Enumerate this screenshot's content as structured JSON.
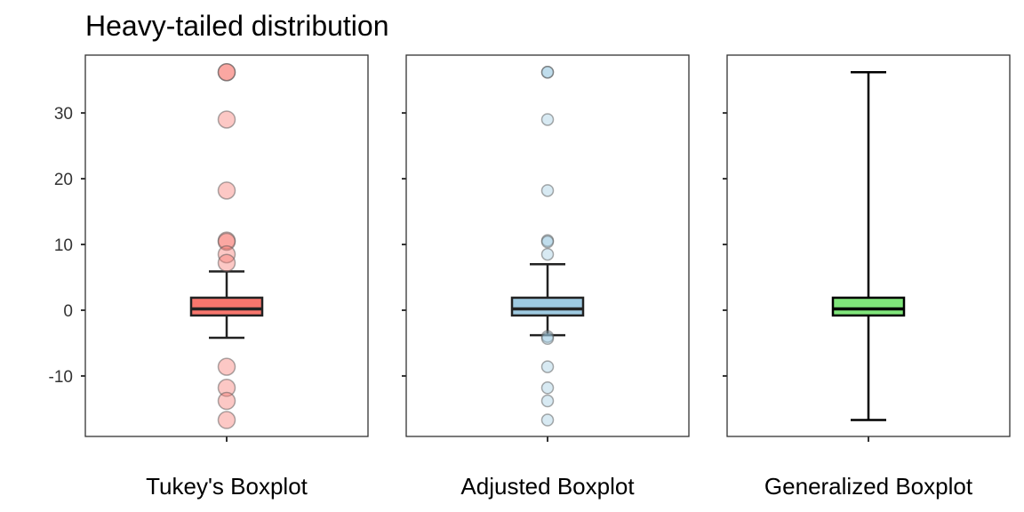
{
  "chart_data": {
    "type": "boxplot",
    "title": "Heavy-tailed distribution",
    "xlabel": "",
    "ylabel": "",
    "ylim": [
      -19.2,
      38.8
    ],
    "yticks": [
      -10,
      0,
      10,
      20,
      30
    ],
    "grid": false,
    "panels": [
      {
        "label": "Tukey's Boxplot",
        "color": "#f8766d",
        "q1": -0.8,
        "median": 0.2,
        "q3": 1.9,
        "whisker_low": -4.2,
        "whisker_high": 5.9,
        "outliers": [
          36.2,
          36.2,
          29.0,
          18.2,
          10.6,
          10.4,
          8.5,
          7.2,
          -8.6,
          -11.8,
          -13.8,
          -16.7
        ]
      },
      {
        "label": "Adjusted Boxplot",
        "color": "#9ecae1",
        "q1": -0.8,
        "median": 0.2,
        "q3": 1.9,
        "whisker_low": -3.8,
        "whisker_high": 7.0,
        "outliers": [
          36.2,
          36.2,
          29.0,
          18.2,
          10.6,
          10.4,
          8.5,
          -4.0,
          -4.3,
          -8.6,
          -11.8,
          -13.8,
          -16.7
        ]
      },
      {
        "label": "Generalized Boxplot",
        "color": "#7fe57a",
        "q1": -0.8,
        "median": 0.2,
        "q3": 1.9,
        "whisker_low": -16.7,
        "whisker_high": 36.2,
        "outliers": []
      }
    ]
  }
}
